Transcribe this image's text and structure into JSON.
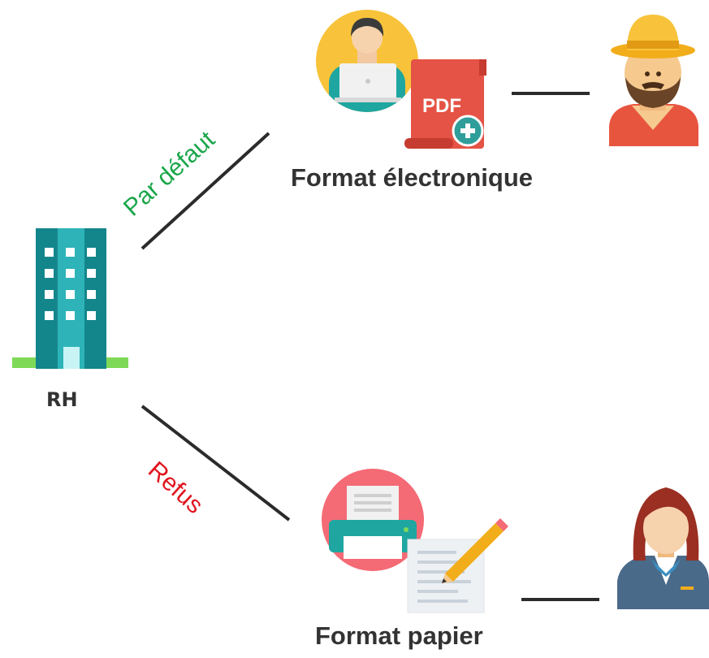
{
  "nodes": {
    "hr": {
      "label": "RH"
    },
    "electronic": {
      "label": "Format électronique"
    },
    "paper": {
      "label": "Format papier"
    }
  },
  "edges": {
    "default": {
      "label": "Par défaut",
      "color": "#1aa64a"
    },
    "refusal": {
      "label": "Refus",
      "color": "#e0141e"
    }
  },
  "icons": {
    "hr": "office-building-icon",
    "electronic": "laptop-user-icon",
    "pdf": "pdf-document-icon",
    "printer": "printer-icon",
    "form": "signed-document-icon",
    "farmer": "farmer-avatar-icon",
    "agent": "female-agent-avatar-icon"
  },
  "colors": {
    "building": "#13868c",
    "building_light": "#2db3b8",
    "grass": "#7ed957",
    "pdf_red": "#e45345",
    "yellow_circle": "#f8c33a",
    "pink_circle": "#f46a75",
    "connector": "#2b2b2b"
  }
}
